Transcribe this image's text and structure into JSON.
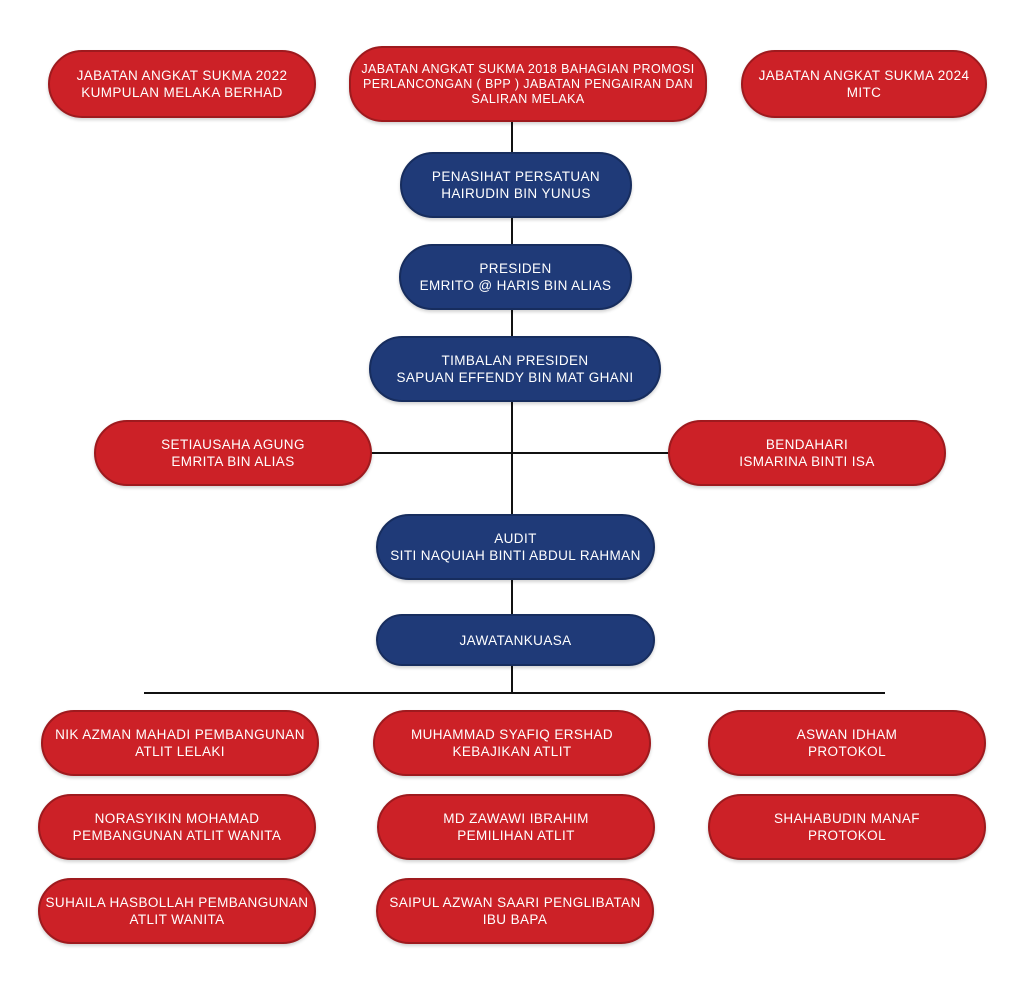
{
  "colors": {
    "red": "#cc2127",
    "blue": "#1f3a78",
    "line": "#111111"
  },
  "top_row": [
    {
      "line1": "JABATAN ANGKAT SUKMA 2022",
      "line2": "KUMPULAN MELAKA BERHAD"
    },
    {
      "line1": "JABATAN ANGKAT SUKMA 2018 BAHAGIAN PROMOSI",
      "line2": "PERLANCONGAN ( BPP ) JABATAN PENGAIRAN DAN",
      "line3": "SALIRAN MELAKA"
    },
    {
      "line1": "JABATAN ANGKAT SUKMA 2024",
      "line2": "MITC"
    }
  ],
  "penasihat": {
    "title": "PENASIHAT PERSATUAN",
    "name": "HAIRUDIN BIN YUNUS"
  },
  "presiden": {
    "title": "PRESIDEN",
    "name": "EMRITO @ HARIS BIN ALIAS"
  },
  "timbalan": {
    "title": "TIMBALAN PRESIDEN",
    "name": "SAPUAN EFFENDY BIN MAT GHANI"
  },
  "setiausaha": {
    "title": "SETIAUSAHA AGUNG",
    "name": "EMRITA BIN ALIAS"
  },
  "bendahari": {
    "title": "BENDAHARI",
    "name": "ISMARINA BINTI ISA"
  },
  "audit": {
    "title": "AUDIT",
    "name": "SITI NAQUIAH BINTI ABDUL RAHMAN"
  },
  "jawatankuasa": {
    "title": "JAWATANKUASA"
  },
  "committee": [
    {
      "line1": "NIK AZMAN MAHADI PEMBANGUNAN",
      "line2": "ATLIT LELAKI"
    },
    {
      "line1": "MUHAMMAD SYAFIQ ERSHAD",
      "line2": "KEBAJIKAN ATLIT"
    },
    {
      "line1": "ASWAN IDHAM",
      "line2": "PROTOKOL"
    },
    {
      "line1": "NORASYIKIN MOHAMAD",
      "line2": "PEMBANGUNAN ATLIT WANITA"
    },
    {
      "line1": "MD ZAWAWI IBRAHIM",
      "line2": "PEMILIHAN ATLIT"
    },
    {
      "line1": "SHAHABUDIN MANAF",
      "line2": "PROTOKOL"
    },
    {
      "line1": "SUHAILA HASBOLLAH PEMBANGUNAN",
      "line2": "ATLIT WANITA"
    },
    {
      "line1": "SAIPUL AZWAN SAARI PENGLIBATAN",
      "line2": "IBU BAPA"
    }
  ]
}
